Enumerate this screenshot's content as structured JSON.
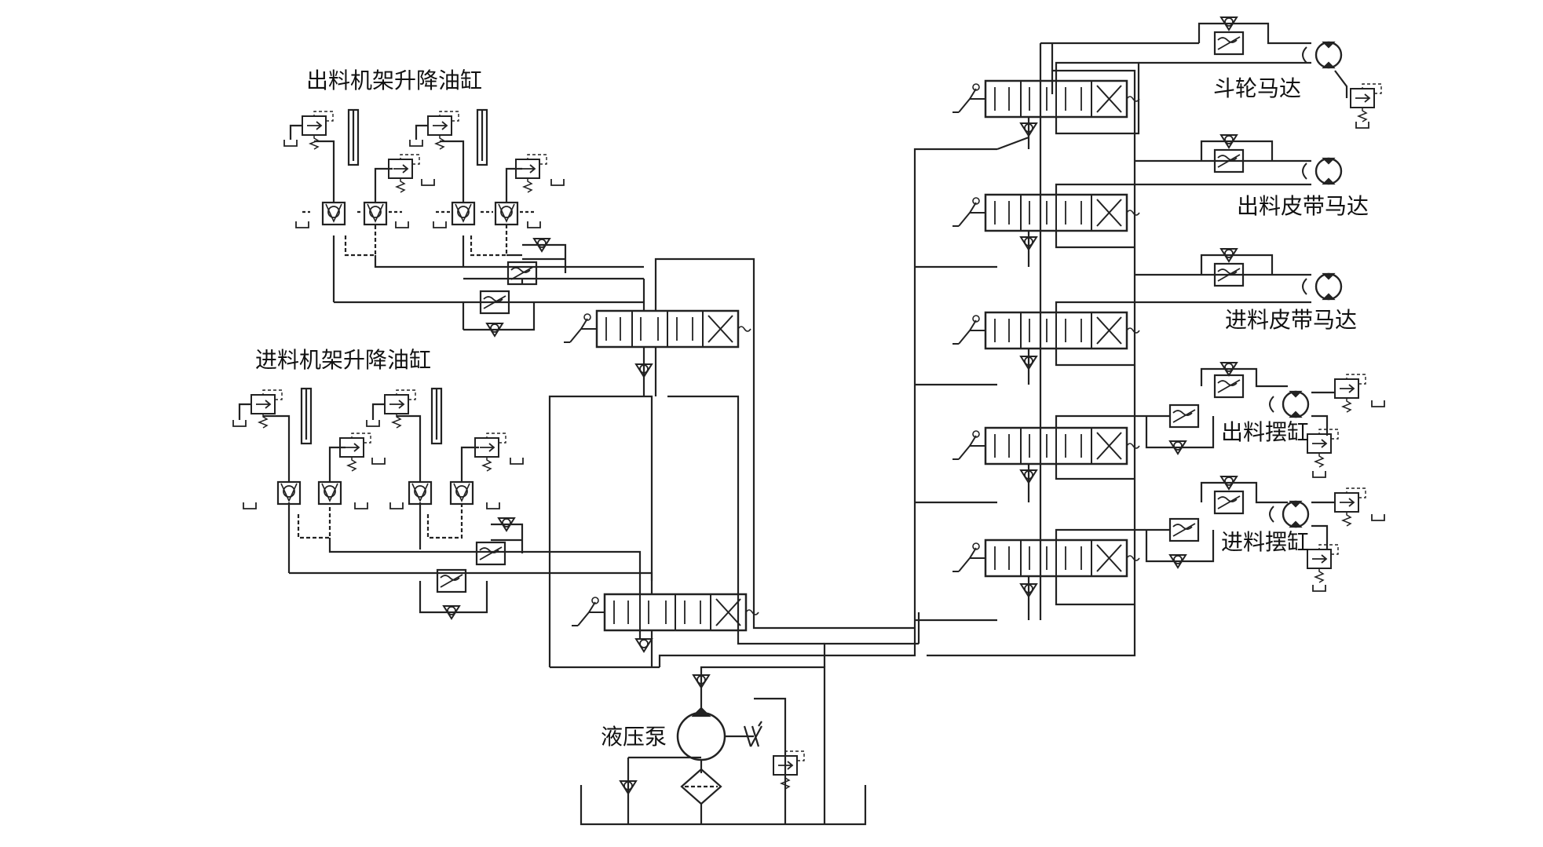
{
  "diagram": {
    "labels": {
      "outfeed_frame_cylinder": "出料机架升降油缸",
      "infeed_frame_cylinder": "进料机架升降油缸",
      "bucket_wheel_motor": "斗轮马达",
      "outfeed_belt_motor": "出料皮带马达",
      "infeed_belt_motor": "进料皮带马达",
      "outfeed_swing_cylinder": "出料摆缸",
      "infeed_swing_cylinder": "进料摆缸",
      "hydraulic_pump": "液压泵"
    },
    "colors": {
      "line": "#222222",
      "background": "#ffffff"
    }
  }
}
